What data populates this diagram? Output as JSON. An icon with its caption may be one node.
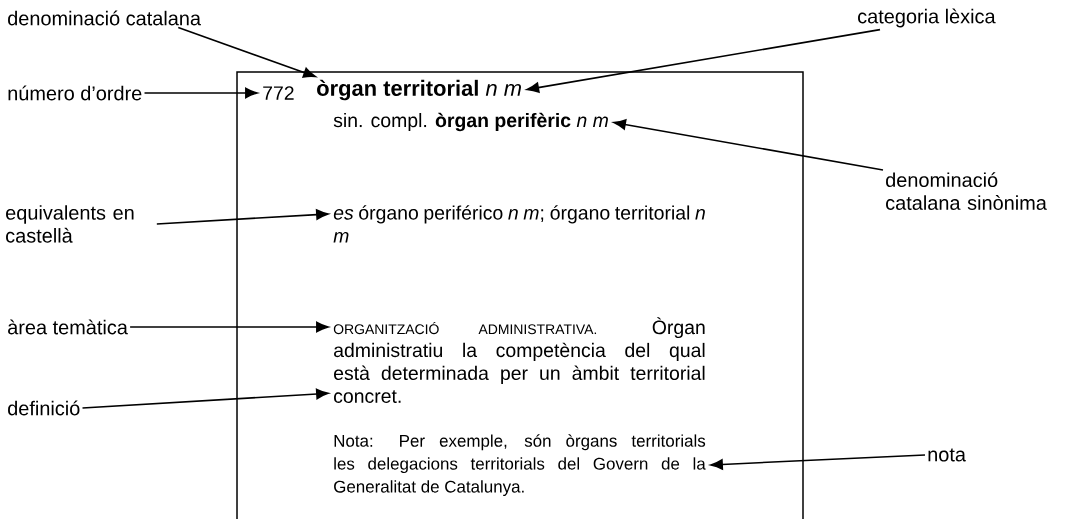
{
  "diagram": {
    "nodes": [
      {
        "text": [
          "denominació catalana"
        ]
      },
      {
        "text": [
          "categoria lèxica"
        ]
      },
      {
        "text": [
          "número d’ordre"
        ]
      },
      {
        "text": [],
        "shape": "box"
      },
      {
        "text": [
          "772"
        ],
        "in": 3
      },
      {
        "text": [
          "òrgan territorial",
          "n m"
        ],
        "in": 3
      },
      {
        "text": [
          "sin. compl. **òrgan perifèric** *n m*"
        ],
        "in": 3
      },
      {
        "text": [
          "denominació catalana sinònima"
        ]
      },
      {
        "text": [
          "equivalents en castellà"
        ]
      },
      {
        "text": [
          "*es* órgano periférico *n m*; órgano territorial *n m*"
        ],
        "in": 3
      },
      {
        "text": [
          "àrea temàtica"
        ]
      },
      {
        "text": [
          "ORGANITZACIÓ ADMINISTRATIVA.",
          "Òrgan administratiu la competència del qual està determinada per un àmbit territorial concret."
        ],
        "in": 3
      },
      {
        "text": [
          "definició"
        ]
      },
      {
        "text": [
          "Nota: Per exemple, són òrgans territorials les delegacions territorials del Govern de la Generalitat de Catalunya."
        ],
        "in": 3
      },
      {
        "text": [
          "nota"
        ]
      }
    ],
    "edges": [
      {
        "from": 0,
        "to": 5,
        "arrow": "to"
      },
      {
        "from": 1,
        "to": 5,
        "arrow": "to"
      },
      {
        "from": 2,
        "to": 4,
        "arrow": "to"
      },
      {
        "from": 7,
        "to": 6,
        "arrow": "to"
      },
      {
        "from": 8,
        "to": 9,
        "arrow": "to"
      },
      {
        "from": 10,
        "to": 11,
        "arrow": "to"
      },
      {
        "from": 12,
        "to": 11,
        "arrow": "to"
      },
      {
        "from": 14,
        "to": 13,
        "arrow": "to"
      }
    ]
  }
}
